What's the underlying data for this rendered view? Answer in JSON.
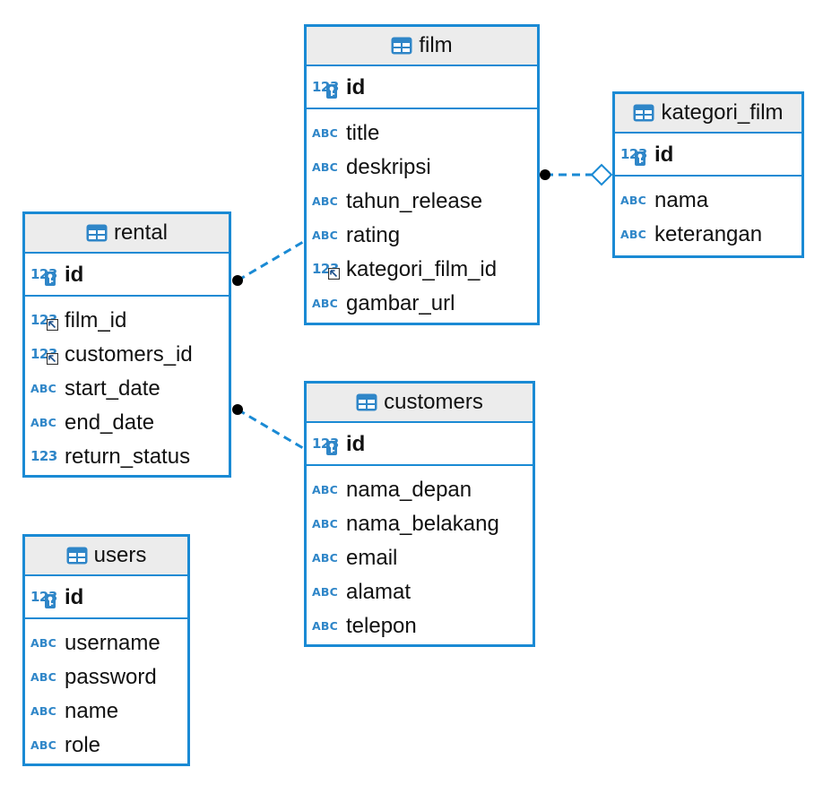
{
  "colors": {
    "border": "#1a8ad4",
    "header_bg": "#ececec",
    "type_icon": "#2f86c8",
    "link": "#1a8ad4"
  },
  "entities": {
    "film": {
      "title": "film",
      "pk": {
        "type": "123",
        "name": "id",
        "badge": "key-icon"
      },
      "columns": [
        {
          "type": "ABC",
          "name": "title"
        },
        {
          "type": "ABC",
          "name": "deskripsi"
        },
        {
          "type": "ABC",
          "name": "tahun_release"
        },
        {
          "type": "ABC",
          "name": "rating"
        },
        {
          "type": "123",
          "name": "kategori_film_id",
          "badge": "foreign-key-icon"
        },
        {
          "type": "ABC",
          "name": "gambar_url"
        }
      ]
    },
    "kategori_film": {
      "title": "kategori_film",
      "pk": {
        "type": "123",
        "name": "id",
        "badge": "key-icon"
      },
      "columns": [
        {
          "type": "ABC",
          "name": "nama"
        },
        {
          "type": "ABC",
          "name": "keterangan"
        }
      ]
    },
    "rental": {
      "title": "rental",
      "pk": {
        "type": "123",
        "name": "id",
        "badge": "key-icon"
      },
      "columns": [
        {
          "type": "123",
          "name": "film_id",
          "badge": "foreign-key-icon"
        },
        {
          "type": "123",
          "name": "customers_id",
          "badge": "foreign-key-icon"
        },
        {
          "type": "ABC",
          "name": "start_date"
        },
        {
          "type": "ABC",
          "name": "end_date"
        },
        {
          "type": "123",
          "name": "return_status"
        }
      ]
    },
    "customers": {
      "title": "customers",
      "pk": {
        "type": "123",
        "name": "id",
        "badge": "key-icon"
      },
      "columns": [
        {
          "type": "ABC",
          "name": "nama_depan"
        },
        {
          "type": "ABC",
          "name": "nama_belakang"
        },
        {
          "type": "ABC",
          "name": "email"
        },
        {
          "type": "ABC",
          "name": "alamat"
        },
        {
          "type": "ABC",
          "name": "telepon"
        }
      ]
    },
    "users": {
      "title": "users",
      "pk": {
        "type": "123",
        "name": "id",
        "badge": "key-icon"
      },
      "columns": [
        {
          "type": "ABC",
          "name": "username"
        },
        {
          "type": "ABC",
          "name": "password"
        },
        {
          "type": "ABC",
          "name": "name"
        },
        {
          "type": "ABC",
          "name": "role"
        }
      ]
    }
  },
  "relationships": [
    {
      "from": "film",
      "to": "kategori_film",
      "from_end": "dot",
      "to_end": "hollow-diamond"
    },
    {
      "from": "rental",
      "to": "film",
      "from_end": "dot",
      "to_end": "none"
    },
    {
      "from": "rental",
      "to": "customers",
      "from_end": "dot",
      "to_end": "none"
    }
  ]
}
